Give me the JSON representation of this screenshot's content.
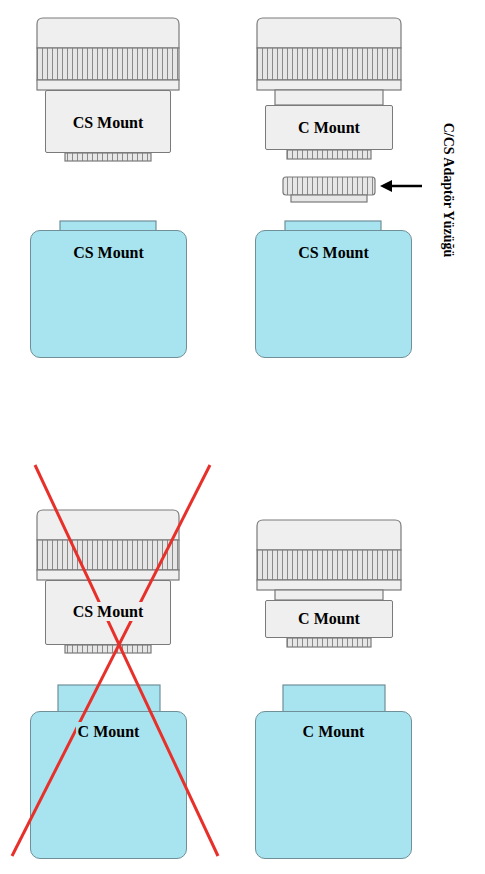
{
  "diagram": {
    "nodes": [
      {
        "text": [
          "CS Mount"
        ]
      },
      {
        "text": [
          "C Mount"
        ]
      },
      {
        "text": [
          "CS Mount"
        ]
      },
      {
        "text": [
          "CS Mount"
        ]
      },
      {
        "text": [
          "CS Mount"
        ]
      },
      {
        "text": [
          "C Mount"
        ]
      },
      {
        "text": [
          "C Mount"
        ]
      },
      {
        "text": [
          "C Mount"
        ]
      }
    ],
    "labels": [
      "C/CS Adaptör Yüzüğü"
    ]
  }
}
